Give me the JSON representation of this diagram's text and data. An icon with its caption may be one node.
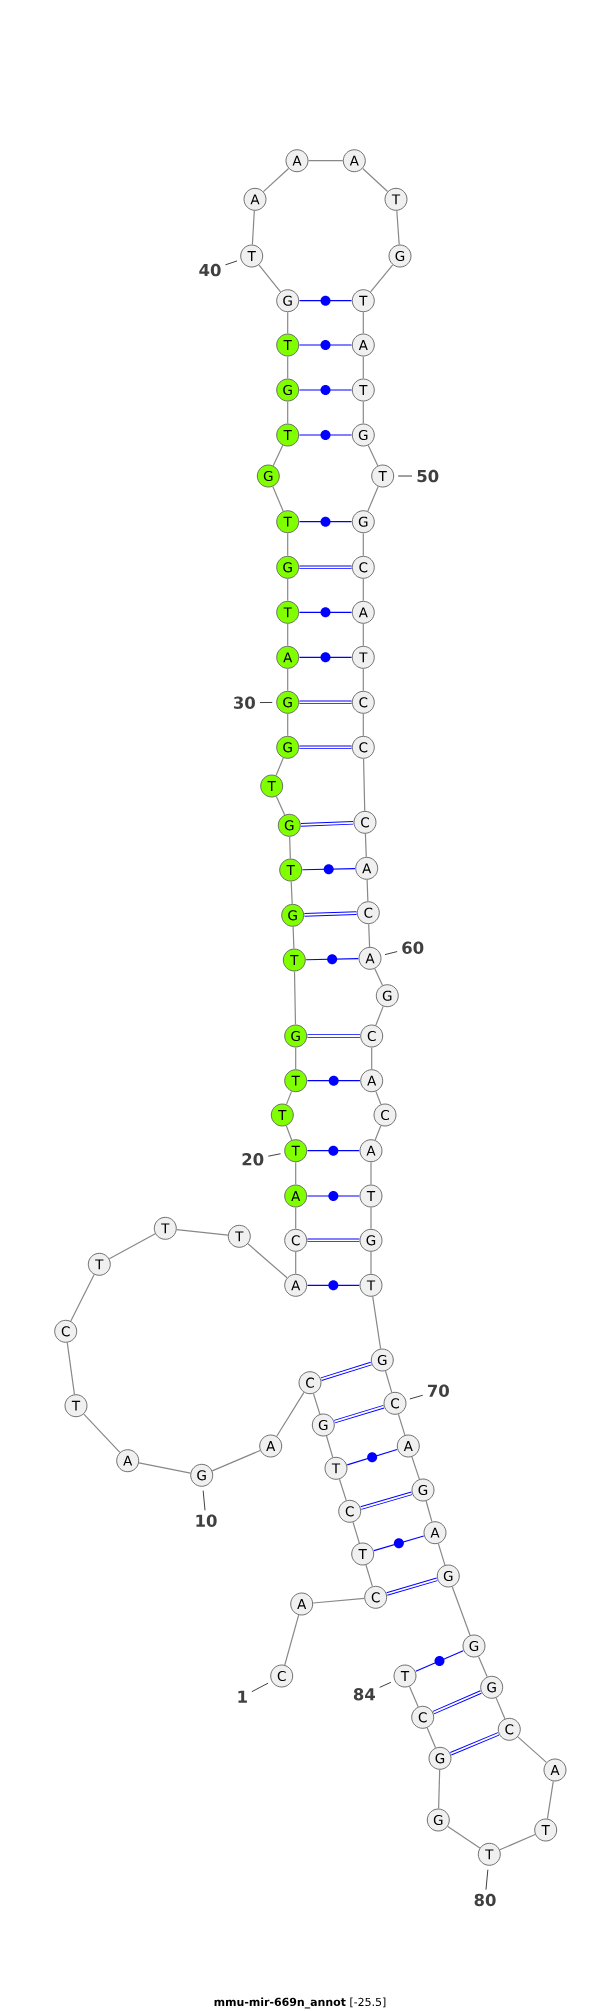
{
  "diagram": {
    "caption": "**mmu-mir-669n_annot** [-25.5]",
    "nodes": [
      {
        "text": [
          "C"
        ]
      },
      {
        "text": [
          "A"
        ]
      },
      {
        "text": [
          "C"
        ]
      },
      {
        "text": [
          "T"
        ]
      },
      {
        "text": [
          "C"
        ]
      },
      {
        "text": [
          "T"
        ]
      },
      {
        "text": [
          "G"
        ]
      },
      {
        "text": [
          "C"
        ]
      },
      {
        "text": [
          "A"
        ]
      },
      {
        "text": [
          "G"
        ]
      },
      {
        "text": [
          "A"
        ]
      },
      {
        "text": [
          "T"
        ]
      },
      {
        "text": [
          "C"
        ]
      },
      {
        "text": [
          "T"
        ]
      },
      {
        "text": [
          "T"
        ]
      },
      {
        "text": [
          "T"
        ]
      },
      {
        "text": [
          "A"
        ]
      },
      {
        "text": [
          "C"
        ]
      },
      {
        "text": [
          "A"
        ]
      },
      {
        "text": [
          "T"
        ]
      },
      {
        "text": [
          "T"
        ]
      },
      {
        "text": [
          "T"
        ]
      },
      {
        "text": [
          "G"
        ]
      },
      {
        "text": [
          "T"
        ]
      },
      {
        "text": [
          "G"
        ]
      },
      {
        "text": [
          "T"
        ]
      },
      {
        "text": [
          "G"
        ]
      },
      {
        "text": [
          "T"
        ]
      },
      {
        "text": [
          "G"
        ]
      },
      {
        "text": [
          "G"
        ]
      },
      {
        "text": [
          "A"
        ]
      },
      {
        "text": [
          "T"
        ]
      },
      {
        "text": [
          "G"
        ]
      },
      {
        "text": [
          "T"
        ]
      },
      {
        "text": [
          "G"
        ]
      },
      {
        "text": [
          "T"
        ]
      },
      {
        "text": [
          "G"
        ]
      },
      {
        "text": [
          "T"
        ]
      },
      {
        "text": [
          "G"
        ]
      },
      {
        "text": [
          "T"
        ]
      },
      {
        "text": [
          "A"
        ]
      },
      {
        "text": [
          "A"
        ]
      },
      {
        "text": [
          "A"
        ]
      },
      {
        "text": [
          "T"
        ]
      },
      {
        "text": [
          "G"
        ]
      },
      {
        "text": [
          "T"
        ]
      },
      {
        "text": [
          "A"
        ]
      },
      {
        "text": [
          "T"
        ]
      },
      {
        "text": [
          "G"
        ]
      },
      {
        "text": [
          "T"
        ]
      },
      {
        "text": [
          "G"
        ]
      },
      {
        "text": [
          "C"
        ]
      },
      {
        "text": [
          "A"
        ]
      },
      {
        "text": [
          "T"
        ]
      },
      {
        "text": [
          "C"
        ]
      },
      {
        "text": [
          "C"
        ]
      },
      {
        "text": [
          "C"
        ]
      },
      {
        "text": [
          "A"
        ]
      },
      {
        "text": [
          "C"
        ]
      },
      {
        "text": [
          "A"
        ]
      },
      {
        "text": [
          "G"
        ]
      },
      {
        "text": [
          "C"
        ]
      },
      {
        "text": [
          "A"
        ]
      },
      {
        "text": [
          "C"
        ]
      },
      {
        "text": [
          "A"
        ]
      },
      {
        "text": [
          "T"
        ]
      },
      {
        "text": [
          "G"
        ]
      },
      {
        "text": [
          "T"
        ]
      },
      {
        "text": [
          "G"
        ]
      },
      {
        "text": [
          "C"
        ]
      },
      {
        "text": [
          "A"
        ]
      },
      {
        "text": [
          "G"
        ]
      },
      {
        "text": [
          "A"
        ]
      },
      {
        "text": [
          "G"
        ]
      },
      {
        "text": [
          "G"
        ]
      },
      {
        "text": [
          "G"
        ]
      },
      {
        "text": [
          "C"
        ]
      },
      {
        "text": [
          "A"
        ]
      },
      {
        "text": [
          "T"
        ]
      },
      {
        "text": [
          "T"
        ]
      },
      {
        "text": [
          "G"
        ]
      },
      {
        "text": [
          "G"
        ]
      },
      {
        "text": [
          "C"
        ]
      },
      {
        "text": [
          "T"
        ]
      },
      {
        "text": [
          "1"
        ]
      },
      {
        "text": [
          "10"
        ]
      },
      {
        "text": [
          "20"
        ]
      },
      {
        "text": [
          "30"
        ]
      },
      {
        "text": [
          "40"
        ]
      },
      {
        "text": [
          "50"
        ]
      },
      {
        "text": [
          "60"
        ]
      },
      {
        "text": [
          "70"
        ]
      },
      {
        "text": [
          "80"
        ]
      },
      {
        "text": [
          "84"
        ]
      }
    ],
    "edges": [
      {
        "from": 0,
        "to": 1,
        "arrow": "none"
      },
      {
        "from": 1,
        "to": 2,
        "arrow": "none"
      },
      {
        "from": 2,
        "to": 3,
        "arrow": "none"
      },
      {
        "from": 3,
        "to": 4,
        "arrow": "none"
      },
      {
        "from": 4,
        "to": 5,
        "arrow": "none"
      },
      {
        "from": 5,
        "to": 6,
        "arrow": "none"
      },
      {
        "from": 6,
        "to": 7,
        "arrow": "none"
      },
      {
        "from": 7,
        "to": 8,
        "arrow": "none"
      },
      {
        "from": 8,
        "to": 9,
        "arrow": "none"
      },
      {
        "from": 9,
        "to": 10,
        "arrow": "none"
      },
      {
        "from": 10,
        "to": 11,
        "arrow": "none"
      },
      {
        "from": 11,
        "to": 12,
        "arrow": "none"
      },
      {
        "from": 12,
        "to": 13,
        "arrow": "none"
      },
      {
        "from": 13,
        "to": 14,
        "arrow": "none"
      },
      {
        "from": 14,
        "to": 15,
        "arrow": "none"
      },
      {
        "from": 15,
        "to": 16,
        "arrow": "none"
      },
      {
        "from": 16,
        "to": 17,
        "arrow": "none"
      },
      {
        "from": 17,
        "to": 18,
        "arrow": "none"
      },
      {
        "from": 18,
        "to": 19,
        "arrow": "none"
      },
      {
        "from": 19,
        "to": 20,
        "arrow": "none"
      },
      {
        "from": 20,
        "to": 21,
        "arrow": "none"
      },
      {
        "from": 21,
        "to": 22,
        "arrow": "none"
      },
      {
        "from": 22,
        "to": 23,
        "arrow": "none"
      },
      {
        "from": 23,
        "to": 24,
        "arrow": "none"
      },
      {
        "from": 24,
        "to": 25,
        "arrow": "none"
      },
      {
        "from": 25,
        "to": 26,
        "arrow": "none"
      },
      {
        "from": 26,
        "to": 27,
        "arrow": "none"
      },
      {
        "from": 27,
        "to": 28,
        "arrow": "none"
      },
      {
        "from": 28,
        "to": 29,
        "arrow": "none"
      },
      {
        "from": 29,
        "to": 30,
        "arrow": "none"
      },
      {
        "from": 30,
        "to": 31,
        "arrow": "none"
      },
      {
        "from": 31,
        "to": 32,
        "arrow": "none"
      },
      {
        "from": 32,
        "to": 33,
        "arrow": "none"
      },
      {
        "from": 33,
        "to": 34,
        "arrow": "none"
      },
      {
        "from": 34,
        "to": 35,
        "arrow": "none"
      },
      {
        "from": 35,
        "to": 36,
        "arrow": "none"
      },
      {
        "from": 36,
        "to": 37,
        "arrow": "none"
      },
      {
        "from": 37,
        "to": 38,
        "arrow": "none"
      },
      {
        "from": 38,
        "to": 39,
        "arrow": "none"
      },
      {
        "from": 39,
        "to": 40,
        "arrow": "none"
      },
      {
        "from": 40,
        "to": 41,
        "arrow": "none"
      },
      {
        "from": 41,
        "to": 42,
        "arrow": "none"
      },
      {
        "from": 42,
        "to": 43,
        "arrow": "none"
      },
      {
        "from": 43,
        "to": 44,
        "arrow": "none"
      },
      {
        "from": 44,
        "to": 45,
        "arrow": "none"
      },
      {
        "from": 45,
        "to": 46,
        "arrow": "none"
      },
      {
        "from": 46,
        "to": 47,
        "arrow": "none"
      },
      {
        "from": 47,
        "to": 48,
        "arrow": "none"
      },
      {
        "from": 48,
        "to": 49,
        "arrow": "none"
      },
      {
        "from": 49,
        "to": 50,
        "arrow": "none"
      },
      {
        "from": 50,
        "to": 51,
        "arrow": "none"
      },
      {
        "from": 51,
        "to": 52,
        "arrow": "none"
      },
      {
        "from": 52,
        "to": 53,
        "arrow": "none"
      },
      {
        "from": 53,
        "to": 54,
        "arrow": "none"
      },
      {
        "from": 54,
        "to": 55,
        "arrow": "none"
      },
      {
        "from": 55,
        "to": 56,
        "arrow": "none"
      },
      {
        "from": 56,
        "to": 57,
        "arrow": "none"
      },
      {
        "from": 57,
        "to": 58,
        "arrow": "none"
      },
      {
        "from": 58,
        "to": 59,
        "arrow": "none"
      },
      {
        "from": 59,
        "to": 60,
        "arrow": "none"
      },
      {
        "from": 60,
        "to": 61,
        "arrow": "none"
      },
      {
        "from": 61,
        "to": 62,
        "arrow": "none"
      },
      {
        "from": 62,
        "to": 63,
        "arrow": "none"
      },
      {
        "from": 63,
        "to": 64,
        "arrow": "none"
      },
      {
        "from": 64,
        "to": 65,
        "arrow": "none"
      },
      {
        "from": 65,
        "to": 66,
        "arrow": "none"
      },
      {
        "from": 66,
        "to": 67,
        "arrow": "none"
      },
      {
        "from": 67,
        "to": 68,
        "arrow": "none"
      },
      {
        "from": 68,
        "to": 69,
        "arrow": "none"
      },
      {
        "from": 69,
        "to": 70,
        "arrow": "none"
      },
      {
        "from": 70,
        "to": 71,
        "arrow": "none"
      },
      {
        "from": 71,
        "to": 72,
        "arrow": "none"
      },
      {
        "from": 72,
        "to": 73,
        "arrow": "none"
      },
      {
        "from": 73,
        "to": 74,
        "arrow": "none"
      },
      {
        "from": 74,
        "to": 75,
        "arrow": "none"
      },
      {
        "from": 75,
        "to": 76,
        "arrow": "none"
      },
      {
        "from": 76,
        "to": 77,
        "arrow": "none"
      },
      {
        "from": 77,
        "to": 78,
        "arrow": "none"
      },
      {
        "from": 78,
        "to": 79,
        "arrow": "none"
      },
      {
        "from": 79,
        "to": 80,
        "arrow": "none"
      },
      {
        "from": 80,
        "to": 81,
        "arrow": "none"
      },
      {
        "from": 81,
        "to": 82,
        "arrow": "none"
      },
      {
        "from": 82,
        "to": 83,
        "arrow": "none"
      },
      {
        "from": 2,
        "to": 73,
        "arrow": "none",
        "color": "#0000ff"
      },
      {
        "from": 3,
        "to": 72,
        "arrow": "none",
        "color": "#0000ff"
      },
      {
        "from": 4,
        "to": 71,
        "arrow": "none",
        "color": "#0000ff"
      },
      {
        "from": 5,
        "to": 70,
        "arrow": "none",
        "color": "#0000ff"
      },
      {
        "from": 6,
        "to": 69,
        "arrow": "none",
        "color": "#0000ff"
      },
      {
        "from": 7,
        "to": 68,
        "arrow": "none",
        "color": "#0000ff"
      },
      {
        "from": 16,
        "to": 67,
        "arrow": "none",
        "color": "#0000ff"
      },
      {
        "from": 17,
        "to": 66,
        "arrow": "none",
        "color": "#0000ff"
      },
      {
        "from": 18,
        "to": 65,
        "arrow": "none",
        "color": "#0000ff"
      },
      {
        "from": 19,
        "to": 64,
        "arrow": "none",
        "color": "#0000ff"
      },
      {
        "from": 21,
        "to": 62,
        "arrow": "none",
        "color": "#0000ff"
      },
      {
        "from": 22,
        "to": 61,
        "arrow": "none",
        "color": "#0000ff"
      },
      {
        "from": 23,
        "to": 59,
        "arrow": "none",
        "color": "#0000ff"
      },
      {
        "from": 24,
        "to": 58,
        "arrow": "none",
        "color": "#0000ff"
      },
      {
        "from": 25,
        "to": 57,
        "arrow": "none",
        "color": "#0000ff"
      },
      {
        "from": 26,
        "to": 56,
        "arrow": "none",
        "color": "#0000ff"
      },
      {
        "from": 28,
        "to": 55,
        "arrow": "none",
        "color": "#0000ff"
      },
      {
        "from": 29,
        "to": 54,
        "arrow": "none",
        "color": "#0000ff"
      },
      {
        "from": 30,
        "to": 53,
        "arrow": "none",
        "color": "#0000ff"
      },
      {
        "from": 31,
        "to": 52,
        "arrow": "none",
        "color": "#0000ff"
      },
      {
        "from": 32,
        "to": 51,
        "arrow": "none",
        "color": "#0000ff"
      },
      {
        "from": 33,
        "to": 50,
        "arrow": "none",
        "color": "#0000ff"
      },
      {
        "from": 35,
        "to": 48,
        "arrow": "none",
        "color": "#0000ff"
      },
      {
        "from": 36,
        "to": 47,
        "arrow": "none",
        "color": "#0000ff"
      },
      {
        "from": 37,
        "to": 46,
        "arrow": "none",
        "color": "#0000ff"
      },
      {
        "from": 38,
        "to": 45,
        "arrow": "none",
        "color": "#0000ff"
      },
      {
        "from": 74,
        "to": 83,
        "arrow": "none",
        "color": "#0000ff"
      },
      {
        "from": 75,
        "to": 82,
        "arrow": "none",
        "color": "#0000ff"
      },
      {
        "from": 76,
        "to": 81,
        "arrow": "none",
        "color": "#0000ff"
      },
      {
        "from": 84,
        "to": 0,
        "arrow": "none",
        "color": "#404040"
      },
      {
        "from": 85,
        "to": 9,
        "arrow": "none",
        "color": "#404040"
      },
      {
        "from": 86,
        "to": 19,
        "arrow": "none",
        "color": "#404040"
      },
      {
        "from": 87,
        "to": 29,
        "arrow": "none",
        "color": "#404040"
      },
      {
        "from": 88,
        "to": 39,
        "arrow": "none",
        "color": "#404040"
      },
      {
        "from": 89,
        "to": 49,
        "arrow": "none",
        "color": "#404040"
      },
      {
        "from": 90,
        "to": 59,
        "arrow": "none",
        "color": "#404040"
      },
      {
        "from": 91,
        "to": 69,
        "arrow": "none",
        "color": "#404040"
      },
      {
        "from": 92,
        "to": 79,
        "arrow": "none",
        "color": "#404040"
      },
      {
        "from": 93,
        "to": 83,
        "arrow": "none",
        "color": "#404040"
      }
    ]
  }
}
